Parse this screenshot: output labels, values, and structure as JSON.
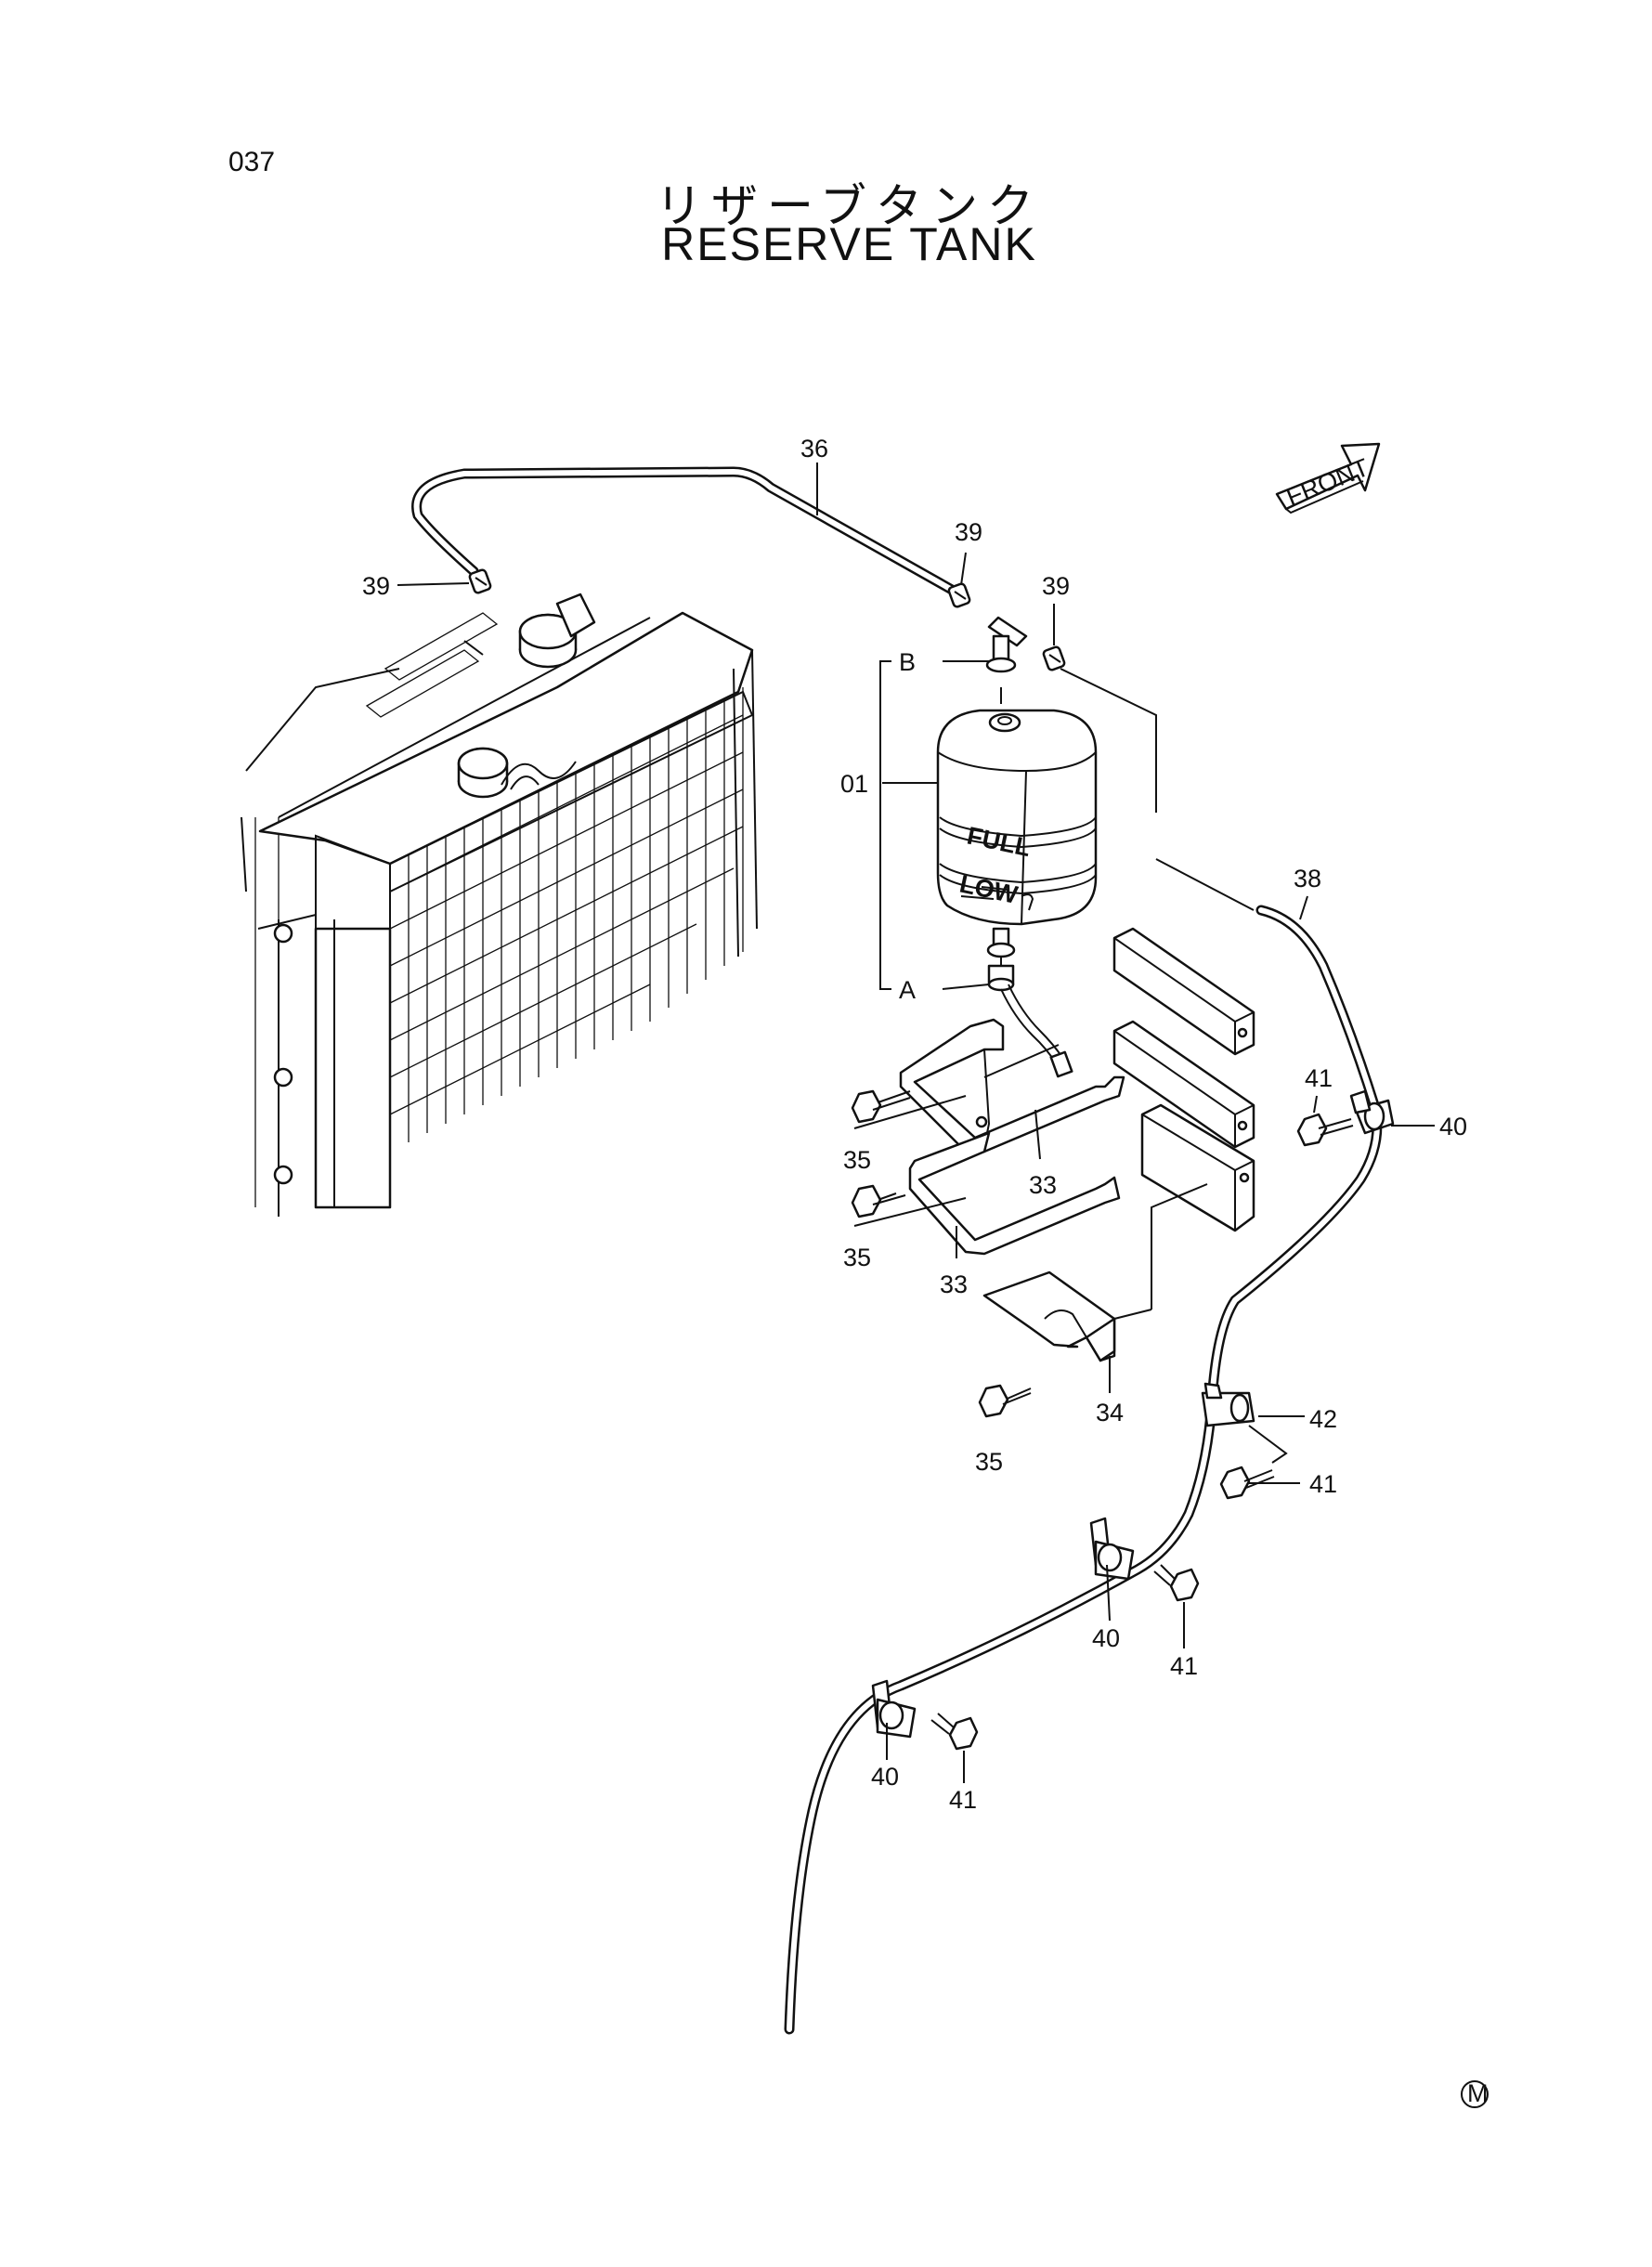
{
  "page_number": "037",
  "title_jp": "リザーブタンク",
  "title_en": "RESERVE TANK",
  "front_label": "FRONT",
  "tank_labels": {
    "full": "FULL",
    "low": "LOW"
  },
  "callouts": {
    "c36": "36",
    "c39_left": "39",
    "c39_mid": "39",
    "c39_right": "39",
    "cB": "B",
    "cA": "A",
    "c01": "01",
    "c38": "38",
    "c41_a": "41",
    "c40_a": "40",
    "c35_a": "35",
    "c33_a": "33",
    "c35_b": "35",
    "c33_b": "33",
    "c34": "34",
    "c35_c": "35",
    "c42": "42",
    "c41_b": "41",
    "c40_b": "40",
    "c41_c": "41",
    "c40_c": "40",
    "c41_d": "41"
  },
  "mark": "M"
}
